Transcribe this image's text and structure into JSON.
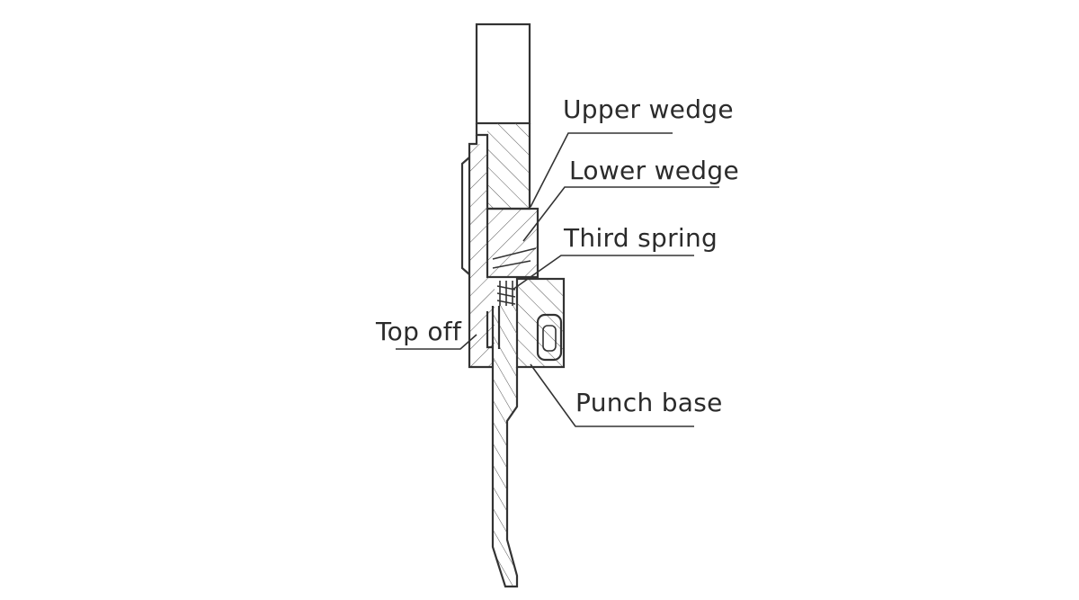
{
  "diagram": {
    "labels": {
      "upper_wedge": "Upper wedge",
      "lower_wedge": "Lower wedge",
      "third_spring": "Third spring",
      "top_off": "Top off",
      "punch_base": "Punch base"
    },
    "colors": {
      "line": "#333333",
      "background": "#ffffff"
    }
  }
}
